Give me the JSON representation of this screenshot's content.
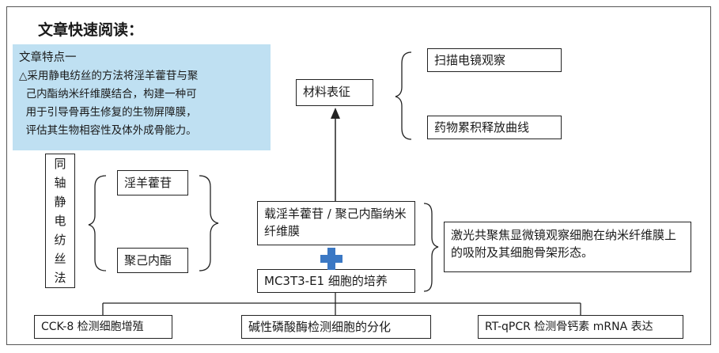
{
  "header": {
    "title": "文章快速阅读："
  },
  "feature": {
    "heading": "文章特点一",
    "body": "△采用静电纺丝的方法将淫羊藿苷与聚\n  己内酯纳米纤维膜结合，构建一种可\n  用于引导骨再生修复的生物屏障膜，\n  评估其生物相容性及体外成骨能力。"
  },
  "method": {
    "label_chars": [
      "同",
      "轴",
      "静",
      "电",
      "纺",
      "丝",
      "法"
    ]
  },
  "materials": {
    "item1": "淫羊藿苷",
    "item2": "聚己内酯"
  },
  "center": {
    "loaded_membrane": "载淫羊藿苷 / 聚己内酯纳米纤维膜",
    "culture": "MC3T3-E1 细胞的培养"
  },
  "characterization": {
    "label": "材料表征",
    "item1": "扫描电镜观察",
    "item2": "药物累积释放曲线"
  },
  "observation": "激光共聚焦显微镜观察细胞在纳米纤维膜上的吸附及其细胞骨架形态。",
  "assays": {
    "cck8": "CCK-8 检测细胞增殖",
    "alp": "碱性磷酸酶检测细胞的分化",
    "rtqpcr": "RT-qPCR 检测骨钙素 mRNA 表达"
  },
  "colors": {
    "feature_bg": "#bfe0f2",
    "plus": "#3b78c4"
  }
}
